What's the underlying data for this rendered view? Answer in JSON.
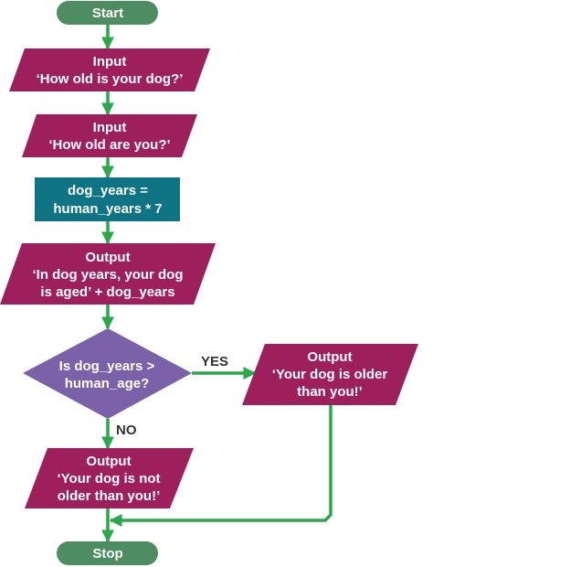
{
  "diagram": {
    "type": "flowchart",
    "colors": {
      "terminal": "#4e8c62",
      "io": "#9d1f5b",
      "process": "#0e7383",
      "decision": "#7b61a8",
      "arrow": "#2aa84a",
      "edge_label": "#333333",
      "text": "#ffffff"
    },
    "nodes": {
      "start": {
        "kind": "terminal",
        "lines": [
          "Start"
        ]
      },
      "input_dog_age": {
        "kind": "io",
        "lines": [
          "Input",
          "‘How old is your dog?’"
        ]
      },
      "input_human_age": {
        "kind": "io",
        "lines": [
          "Input",
          "‘How old are you?’"
        ]
      },
      "calc": {
        "kind": "process",
        "lines": [
          "dog_years =",
          "human_years * 7"
        ]
      },
      "output_dog_years": {
        "kind": "io",
        "lines": [
          "Output",
          "‘In dog years, your dog",
          "is aged’ + dog_years"
        ]
      },
      "decision": {
        "kind": "decision",
        "lines": [
          "Is dog_years >",
          "human_age?"
        ]
      },
      "output_older": {
        "kind": "io",
        "lines": [
          "Output",
          "‘Your dog is older",
          "than you!’"
        ]
      },
      "output_not_older": {
        "kind": "io",
        "lines": [
          "Output",
          "‘Your dog is not",
          "older than you!’"
        ]
      },
      "stop": {
        "kind": "terminal",
        "lines": [
          "Stop"
        ]
      }
    },
    "edges": [
      {
        "from": "start",
        "to": "input_dog_age",
        "label": ""
      },
      {
        "from": "input_dog_age",
        "to": "input_human_age",
        "label": ""
      },
      {
        "from": "input_human_age",
        "to": "calc",
        "label": ""
      },
      {
        "from": "calc",
        "to": "output_dog_years",
        "label": ""
      },
      {
        "from": "output_dog_years",
        "to": "decision",
        "label": ""
      },
      {
        "from": "decision",
        "to": "output_older",
        "label": "YES"
      },
      {
        "from": "decision",
        "to": "output_not_older",
        "label": "NO"
      },
      {
        "from": "output_not_older",
        "to": "stop",
        "label": ""
      },
      {
        "from": "output_older",
        "to": "stop",
        "label": ""
      }
    ]
  }
}
